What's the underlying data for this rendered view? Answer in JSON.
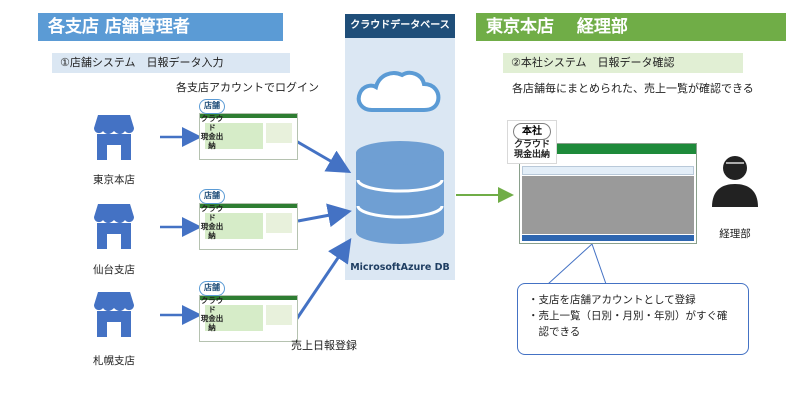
{
  "left": {
    "header": "各支店 店舗管理者",
    "step": "①店舗システム　日報データ入力",
    "login_note": "各支店アカウントでログイン",
    "shops": [
      {
        "name": "東京本店"
      },
      {
        "name": "仙台支店"
      },
      {
        "name": "札幌支店"
      }
    ],
    "app_badge": "店舗",
    "app_caption_1": "クラウド",
    "app_caption_2": "現金出納",
    "submit_label": "売上日報登録"
  },
  "center": {
    "title": "クラウドデータベース",
    "db_label": "MicrosoftAzure DB"
  },
  "right": {
    "header": "東京本店　 経理部",
    "step": "②本社システム　日報データ確認",
    "note": "各店舗毎にまとめられた、売上一覧が確認できる",
    "hq_badge": "本社",
    "app_caption_1": "クラウド",
    "app_caption_2": "現金出納",
    "person_label": "経理部",
    "callout_lines": [
      "・支店を店舗アカウントとして登録",
      "・売上一覧（日別・月別・年別）がすぐ確",
      "　認できる"
    ]
  },
  "colors": {
    "blue_header": "#5b9bd5",
    "green_header": "#70ad47",
    "db_blue": "#6f9fd3",
    "shop_icon": "#4472c4",
    "arrow_blue": "#4472c4",
    "arrow_green": "#70ad47"
  }
}
